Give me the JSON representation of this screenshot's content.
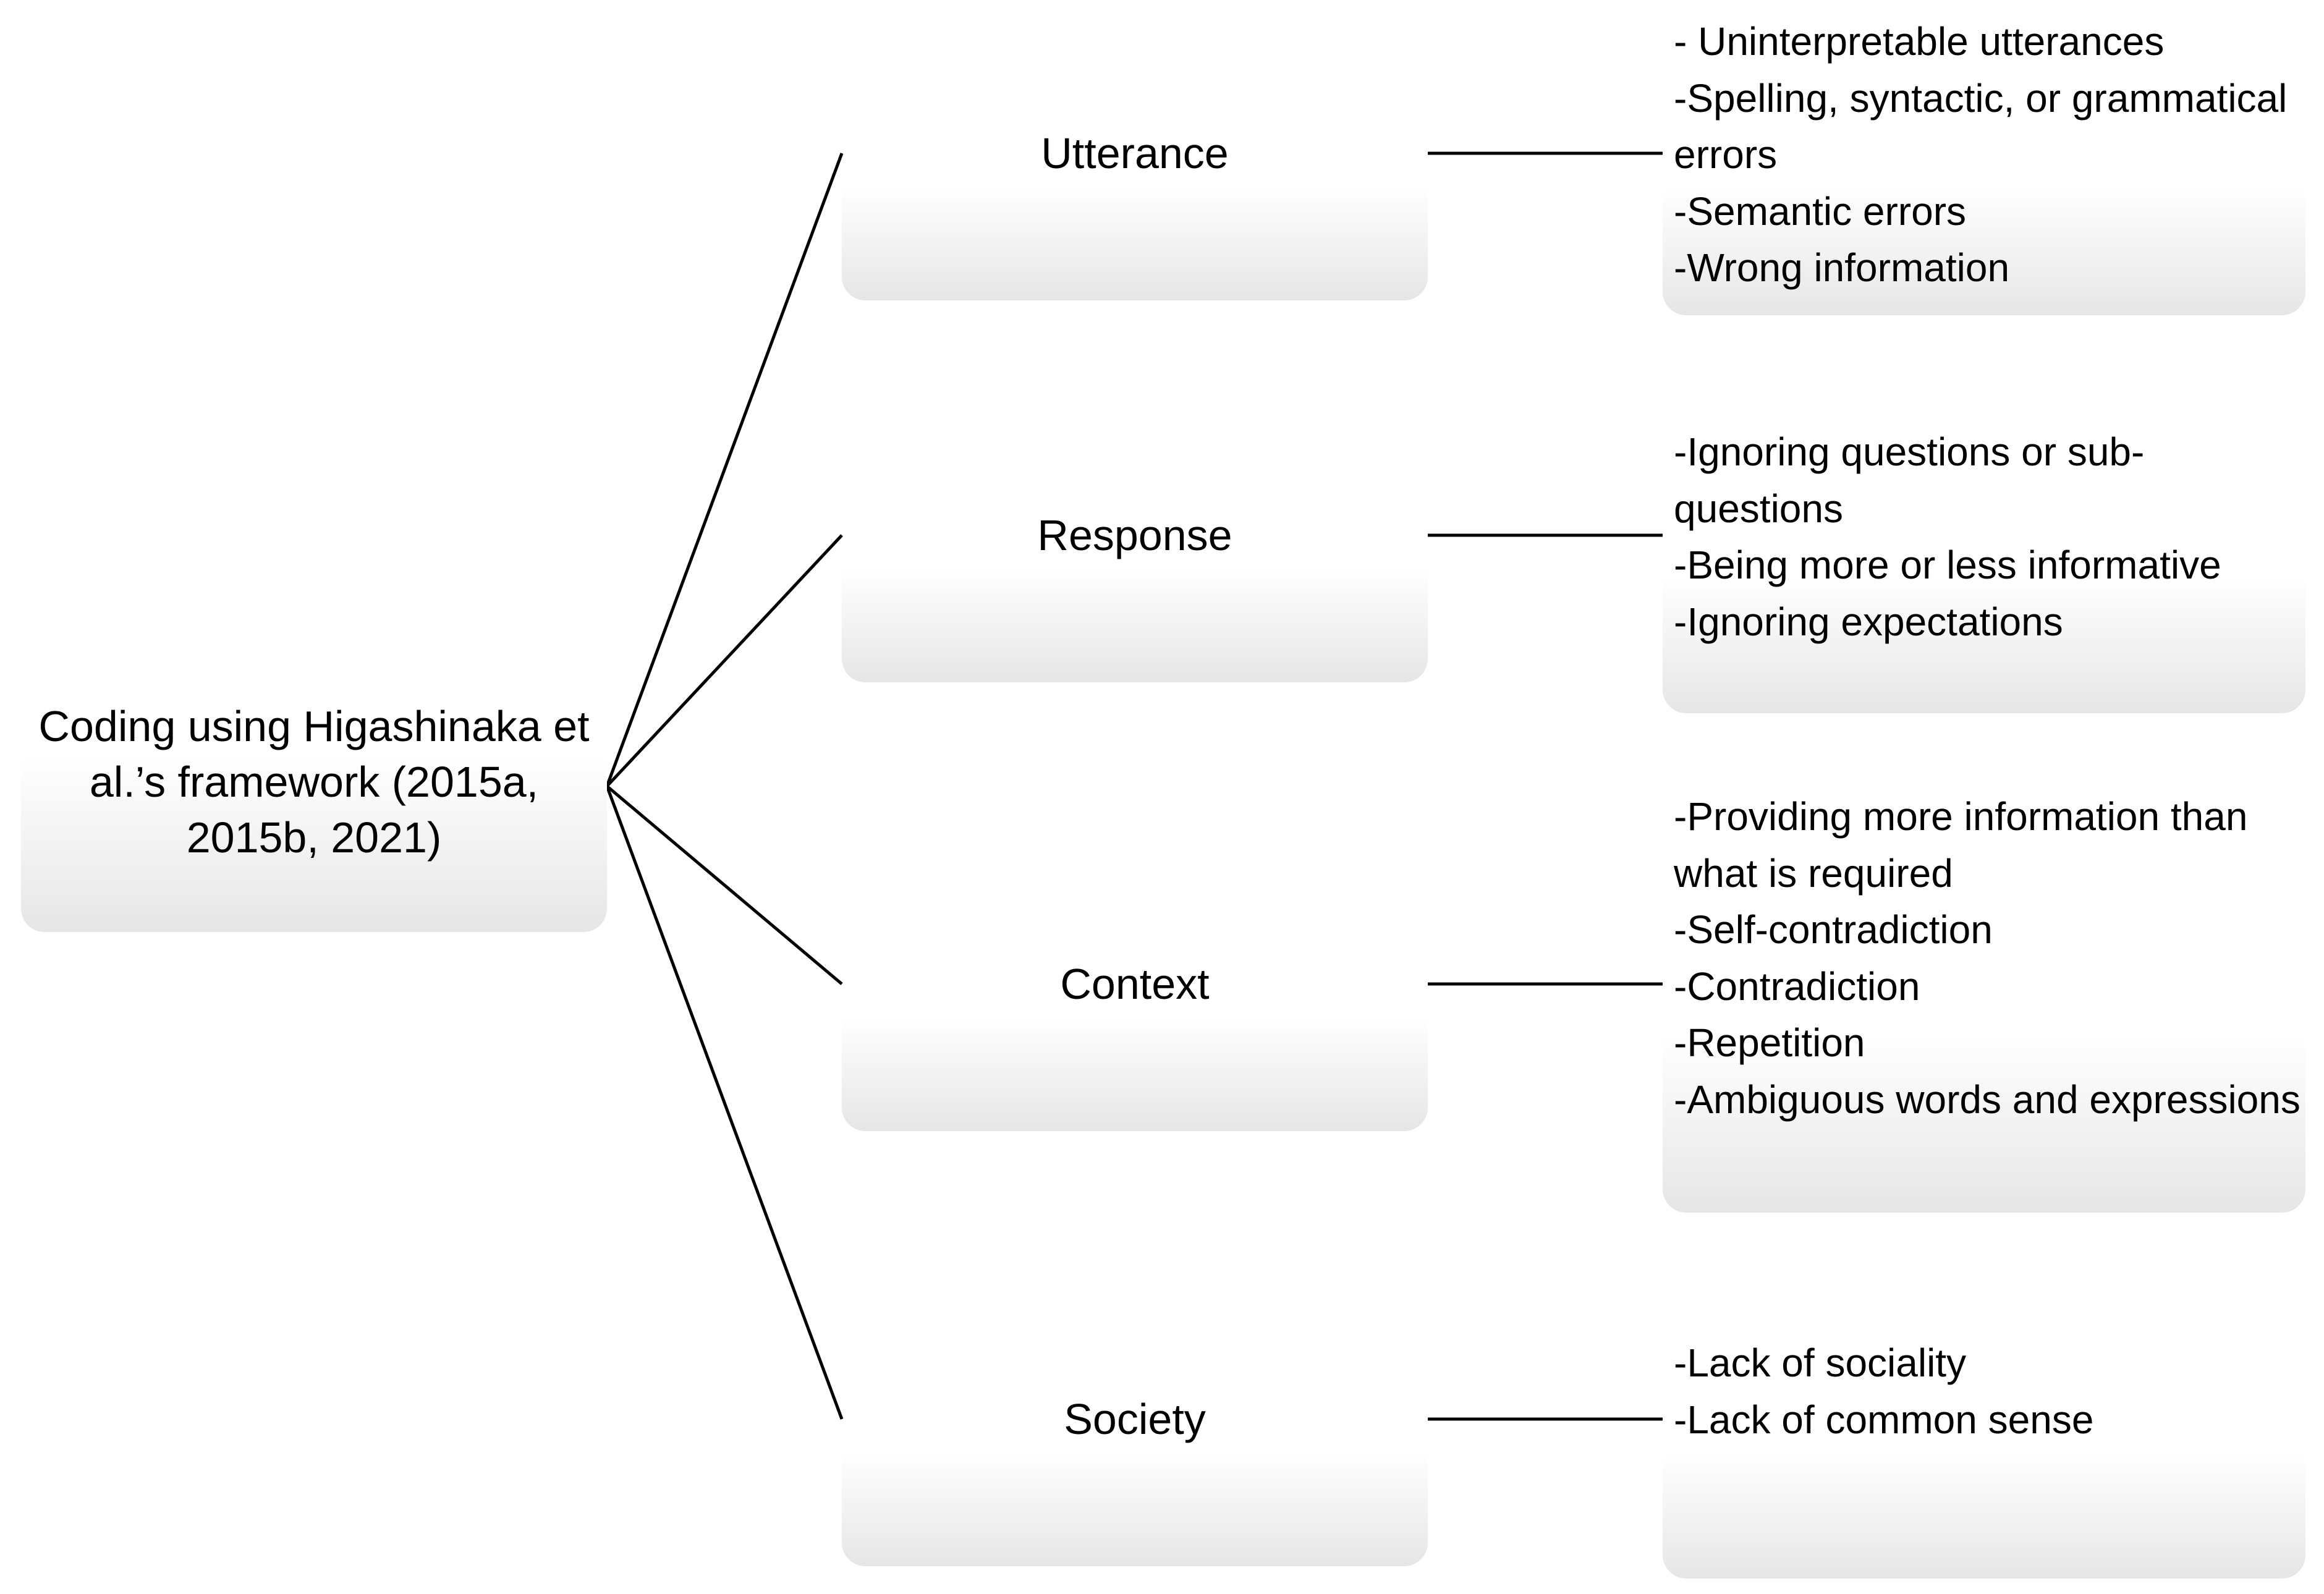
{
  "root": {
    "label": "Coding using Higashinaka et al.’s framework (2015a, 2015b, 2021)"
  },
  "categories": [
    {
      "label": "Utterance",
      "details": "- Uninterpretable utterances\n-Spelling, syntactic, or grammatical errors\n-Semantic errors\n-Wrong information"
    },
    {
      "label": "Response",
      "details": "-Ignoring questions or sub-questions\n-Being more or less informative\n-Ignoring expectations"
    },
    {
      "label": "Context",
      "details": "-Providing more information than what is required\n-Self-contradiction\n-Contradiction\n-Repetition\n-Ambiguous words and expressions"
    },
    {
      "label": "Society",
      "details": "-Lack of sociality\n-Lack of common sense"
    }
  ],
  "colors": {
    "box_top": "#ffffff",
    "box_bottom": "#e6e6e6",
    "line": "#000000",
    "text": "#000000"
  }
}
